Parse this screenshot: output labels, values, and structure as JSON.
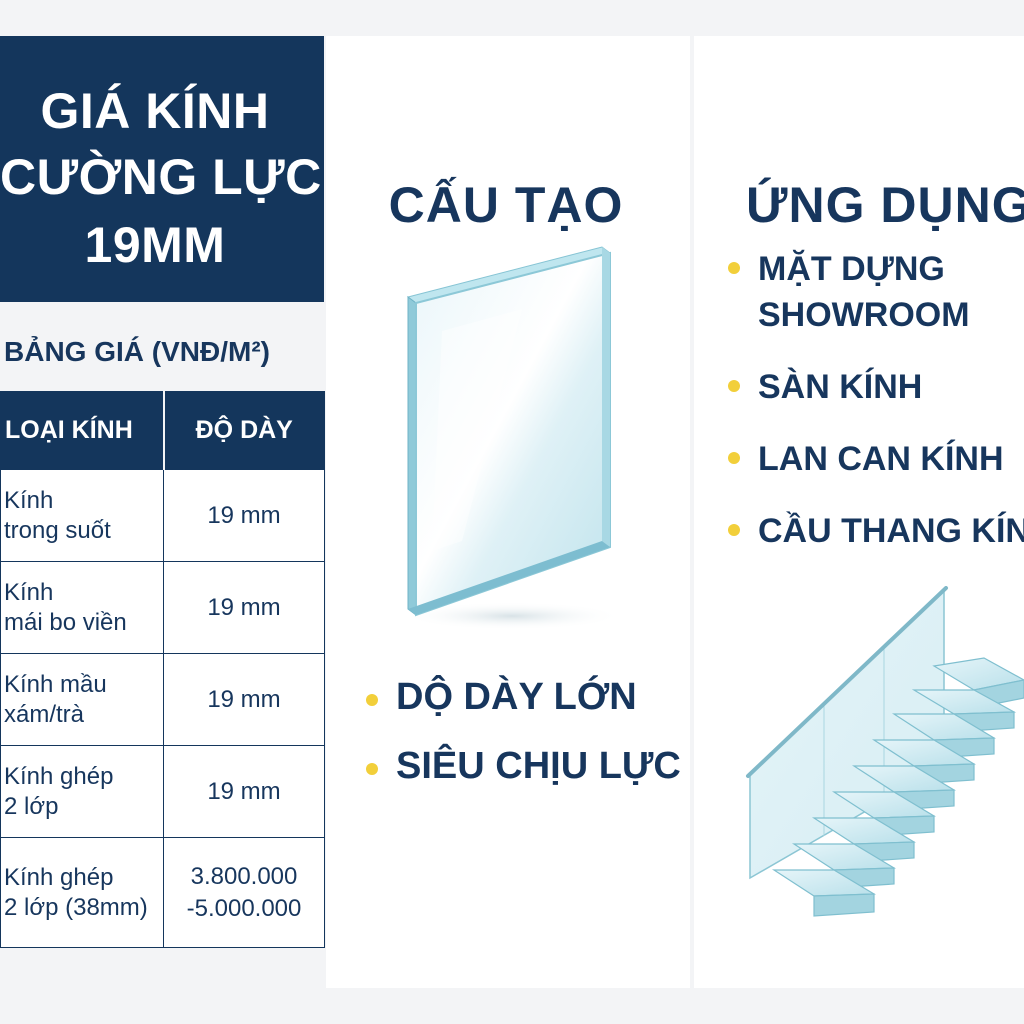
{
  "title": {
    "line1": "GIÁ KÍNH",
    "line2": "CƯỜNG LỰC",
    "line3": "19MM"
  },
  "price_table": {
    "heading": "BẢNG GIÁ (VNĐ/M²)",
    "columns": [
      "LOẠI KÍNH",
      "ĐỘ DÀY"
    ],
    "rows": [
      {
        "name_line1": "Kính",
        "name_line2": "trong suốt",
        "value_line1": "19 mm",
        "value_line2": ""
      },
      {
        "name_line1": "Kính",
        "name_line2": "mái bo viền",
        "value_line1": "19 mm",
        "value_line2": ""
      },
      {
        "name_line1": "Kính mầu",
        "name_line2": "xám/trà",
        "value_line1": "19 mm",
        "value_line2": ""
      },
      {
        "name_line1": "Kính ghép",
        "name_line2": "2 lớp",
        "value_line1": "19 mm",
        "value_line2": ""
      },
      {
        "name_line1": "Kính ghép",
        "name_line2": "2 lớp (38mm)",
        "value_line1": "3.800.000",
        "value_line2": "-5.000.000"
      }
    ]
  },
  "structure": {
    "heading": "CẤU TẠO",
    "items": [
      "DỘ DÀY LỚN",
      "SIÊU CHỊU LỰC"
    ]
  },
  "applications": {
    "heading": "ỨNG DỤNG",
    "items": [
      {
        "line1": "MẶT DỰNG",
        "line2": "SHOWROOM"
      },
      {
        "line1": "SÀN KÍNH",
        "line2": ""
      },
      {
        "line1": "LAN CAN KÍNH",
        "line2": ""
      },
      {
        "line1": "CẦU THANG KÍNH",
        "line2": ""
      }
    ]
  },
  "colors": {
    "navy": "#14365c",
    "bullet_yellow": "#f2cf3a",
    "glass": "#9fd3e0"
  },
  "icons": [
    "glass-pane-icon",
    "glass-staircase-icon"
  ]
}
